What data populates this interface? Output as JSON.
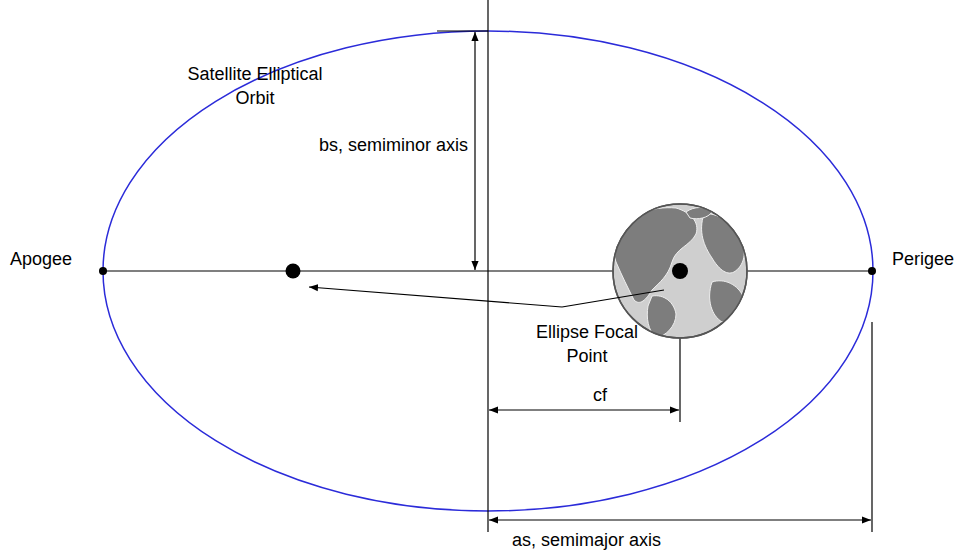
{
  "diagram": {
    "labels": [
      "Satellite Elliptical Orbit",
      "bs, semiminor axis",
      "Apogee",
      "Perigee",
      "Ellipse Focal Point",
      "cf",
      "as, semimajor axis"
    ]
  }
}
